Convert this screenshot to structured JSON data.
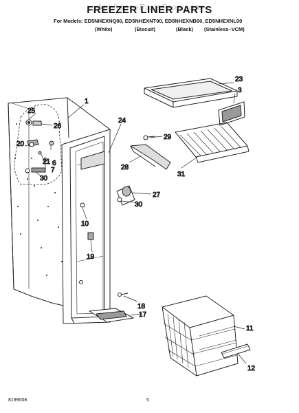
{
  "header": {
    "watermark": "AppliancePartsPros.com",
    "title": "FREEZER LINER PARTS",
    "models": "For Models: ED5NHEXNQ00, ED5NHEXNT00, ED5NHEXNB00, ED5NHEXNL00",
    "colors": [
      "(White)",
      "(Biscuit)",
      "(Black)",
      "(Stainless–VCM)"
    ]
  },
  "callouts": {
    "p1": "1",
    "p3": "3",
    "p6": "6",
    "p7": "7",
    "p10": "10",
    "p11": "11",
    "p12": "12",
    "p17": "17",
    "p18": "18",
    "p19": "19",
    "p20": "20",
    "p21": "21",
    "p23": "23",
    "p24": "24",
    "p25": "25",
    "p26": "26",
    "p27": "27",
    "p28": "28",
    "p29": "29",
    "p30a": "30",
    "p30b": "30",
    "p31": "31"
  },
  "footer": {
    "doc_number": "8199008",
    "page_number": "5"
  },
  "colors": {
    "line": "#222222",
    "background": "#ffffff",
    "watermark": "#c8c8c8"
  }
}
